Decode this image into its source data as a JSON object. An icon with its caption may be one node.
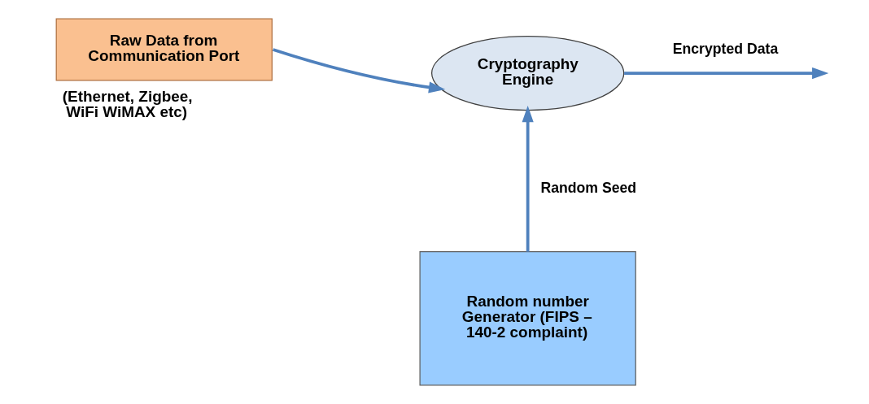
{
  "diagram": {
    "nodes": [
      {
        "text": [
          "Raw Data from Communication Port"
        ],
        "beside": [
          "(Ethernet, Zigbee, WiFi WiMAX etc)"
        ]
      },
      {
        "text": [
          "Cryptography Engine"
        ]
      },
      {
        "text": [
          "Random number Generator (FIPS – 140-2 complaint)"
        ]
      }
    ],
    "edges": [
      {
        "from": 0,
        "to": 1,
        "arrow": "to"
      },
      {
        "from": 1,
        "to": null,
        "arrow": "to",
        "label": "Encrypted Data"
      },
      {
        "from": 2,
        "to": 1,
        "arrow": "to",
        "label": "Random Seed"
      }
    ]
  }
}
